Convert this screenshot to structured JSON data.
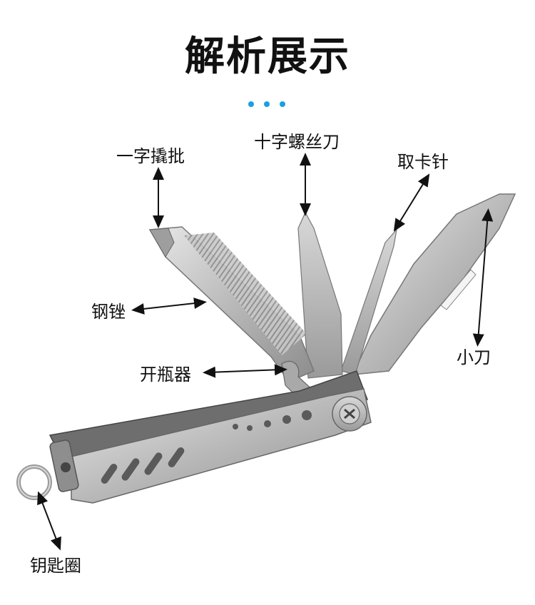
{
  "header": {
    "title": "解析展示"
  },
  "accent_color": "#1a9fe0",
  "labels": {
    "flat_screwdriver": "一字撬批",
    "phillips_screwdriver": "十字螺丝刀",
    "sim_pin": "取卡针",
    "file": "钢锉",
    "bottle_opener": "开瓶器",
    "knife": "小刀",
    "key_ring": "钥匙圈"
  }
}
